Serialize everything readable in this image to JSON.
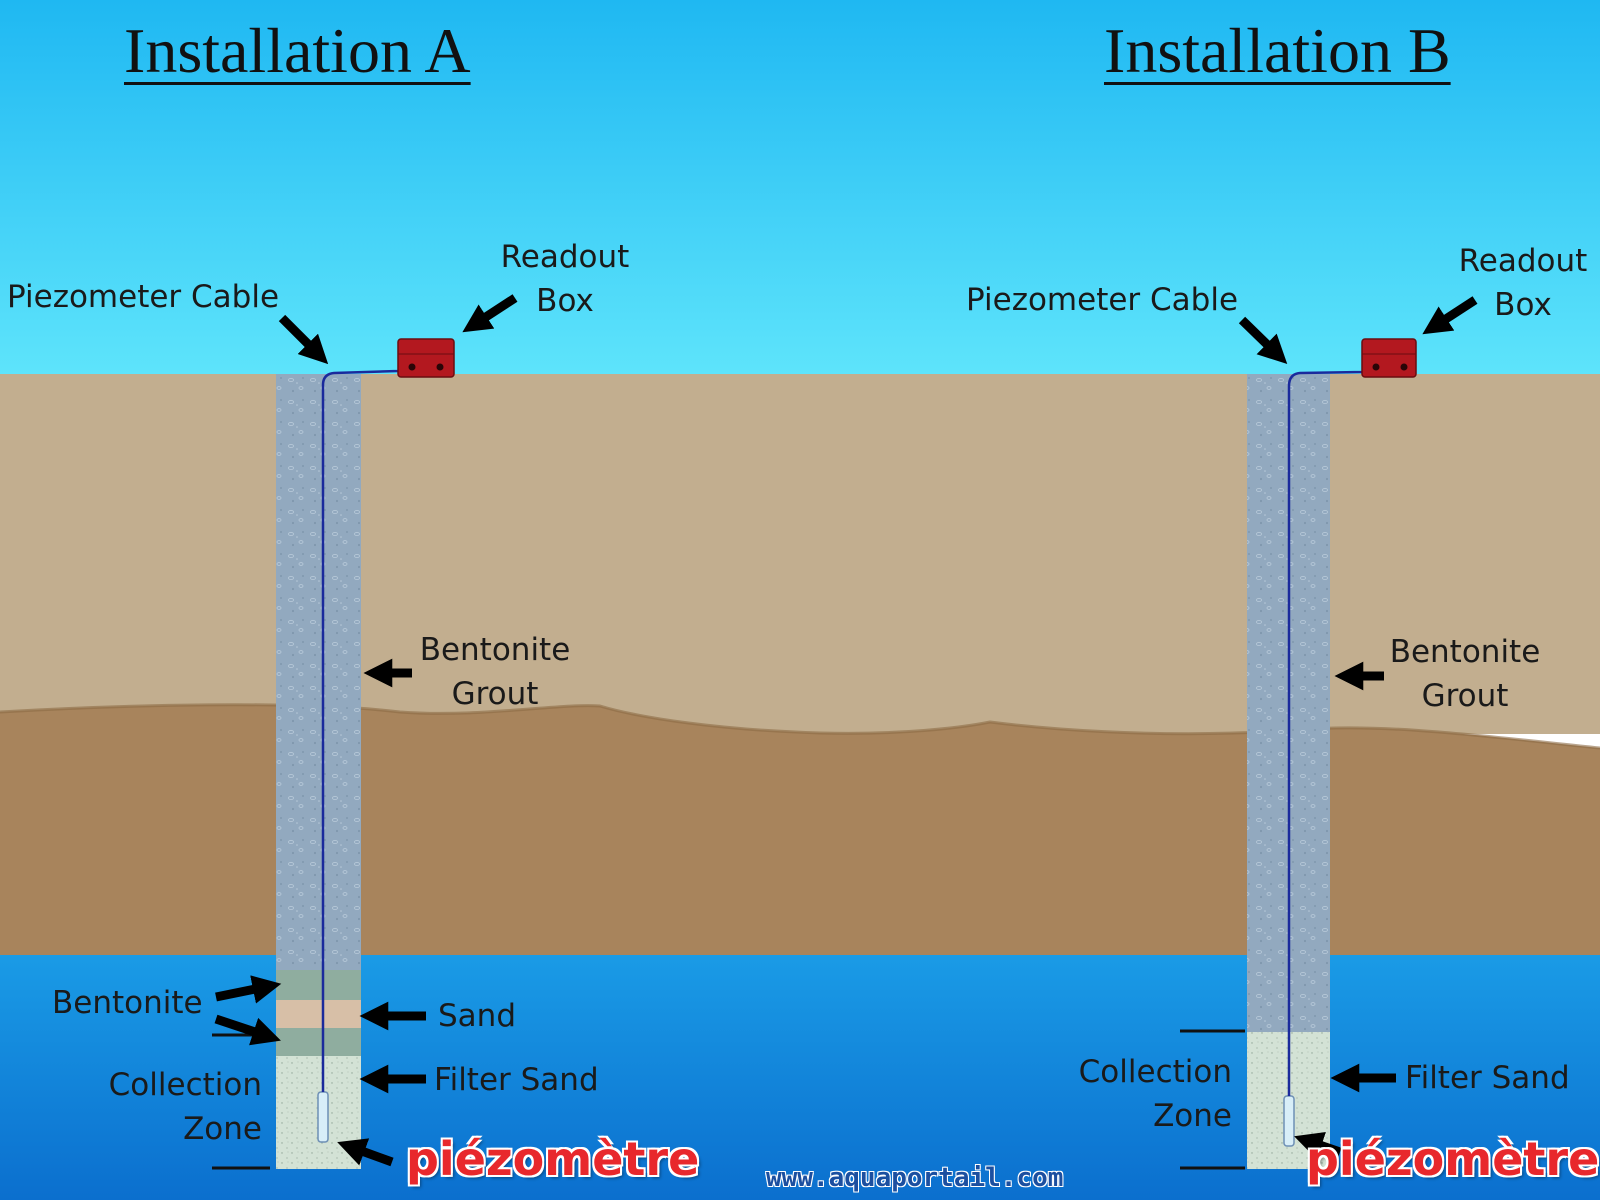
{
  "installation_a": {
    "title": "Installation A",
    "labels": {
      "piezometer_cable": "Piezometer Cable",
      "readout_line1": "Readout",
      "readout_line2": "Box",
      "grout_line1": "Bentonite",
      "grout_line2": "Grout",
      "bentonite": "Bentonite",
      "sand": "Sand",
      "filter_sand": "Filter Sand",
      "collection_line1": "Collection",
      "collection_line2": "Zone",
      "piezometre": "piézomètre"
    }
  },
  "installation_b": {
    "title": "Installation B",
    "labels": {
      "piezometer_cable": "Piezometer Cable",
      "readout_line1": "Readout",
      "readout_line2": "Box",
      "grout_line1": "Bentonite",
      "grout_line2": "Grout",
      "filter_sand": "Filter Sand",
      "collection_line1": "Collection",
      "collection_line2": "Zone",
      "piezometre": "piézomètre"
    }
  },
  "footer": {
    "website": "www.aquaportail.com"
  },
  "colors": {
    "sky_top": "#1fb8f2",
    "sky_bottom": "#5ee4fb",
    "soil_upper": "#c2ae8f",
    "soil_lower": "#a8845c",
    "groundwater_top": "#1a9be6",
    "groundwater_bottom": "#0b6fce",
    "grout": "#92a9bf",
    "bentonite_seal": "#8fad9f",
    "sand": "#d7bfa7",
    "filter_sand": "#d3e2d5",
    "readout_box": "#b3181f",
    "cable": "#1a2a9c",
    "brand_red": "#e8282c"
  }
}
